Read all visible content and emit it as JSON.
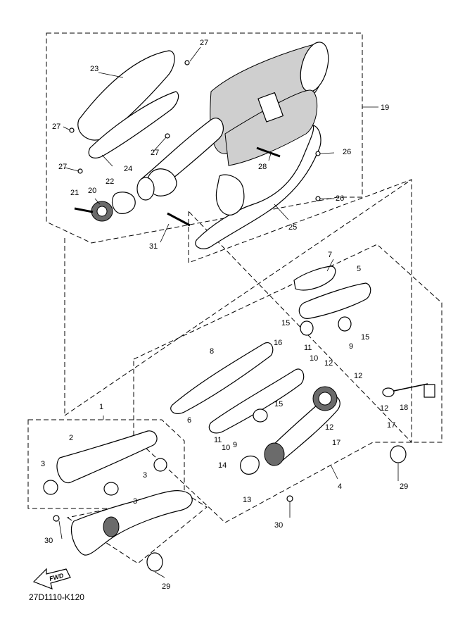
{
  "diagram_code": "27D1110-K120",
  "fwd_arrow_text": "FWD",
  "labels": [
    {
      "id": "p27a",
      "text": "27"
    },
    {
      "id": "p23",
      "text": "23"
    },
    {
      "id": "p19",
      "text": "19"
    },
    {
      "id": "p27b",
      "text": "27"
    },
    {
      "id": "p27c",
      "text": "27"
    },
    {
      "id": "p27d",
      "text": "27"
    },
    {
      "id": "p24",
      "text": "24"
    },
    {
      "id": "p28",
      "text": "28"
    },
    {
      "id": "p26a",
      "text": "26"
    },
    {
      "id": "p26b",
      "text": "26"
    },
    {
      "id": "p21",
      "text": "21"
    },
    {
      "id": "p20",
      "text": "20"
    },
    {
      "id": "p22",
      "text": "22"
    },
    {
      "id": "p25",
      "text": "25"
    },
    {
      "id": "p31",
      "text": "31"
    },
    {
      "id": "p7",
      "text": "7"
    },
    {
      "id": "p5",
      "text": "5"
    },
    {
      "id": "p15a",
      "text": "15"
    },
    {
      "id": "p15b",
      "text": "15"
    },
    {
      "id": "p11a",
      "text": "11"
    },
    {
      "id": "p10a",
      "text": "10"
    },
    {
      "id": "p9a",
      "text": "9"
    },
    {
      "id": "p8",
      "text": "8"
    },
    {
      "id": "p16",
      "text": "16"
    },
    {
      "id": "p12a",
      "text": "12"
    },
    {
      "id": "p12b",
      "text": "12"
    },
    {
      "id": "p12c",
      "text": "12"
    },
    {
      "id": "p12d",
      "text": "12"
    },
    {
      "id": "p18",
      "text": "18"
    },
    {
      "id": "p17a",
      "text": "17"
    },
    {
      "id": "p17b",
      "text": "17"
    },
    {
      "id": "p6",
      "text": "6"
    },
    {
      "id": "p15c",
      "text": "15"
    },
    {
      "id": "p11b",
      "text": "11"
    },
    {
      "id": "p10b",
      "text": "10"
    },
    {
      "id": "p9b",
      "text": "9"
    },
    {
      "id": "p14",
      "text": "14"
    },
    {
      "id": "p13",
      "text": "13"
    },
    {
      "id": "p4",
      "text": "4"
    },
    {
      "id": "p29a",
      "text": "29"
    },
    {
      "id": "p30a",
      "text": "30"
    },
    {
      "id": "p1",
      "text": "1"
    },
    {
      "id": "p2",
      "text": "2"
    },
    {
      "id": "p3a",
      "text": "3"
    },
    {
      "id": "p3b",
      "text": "3"
    },
    {
      "id": "p3c",
      "text": "3"
    },
    {
      "id": "p30b",
      "text": "30"
    },
    {
      "id": "p29b",
      "text": "29"
    }
  ]
}
